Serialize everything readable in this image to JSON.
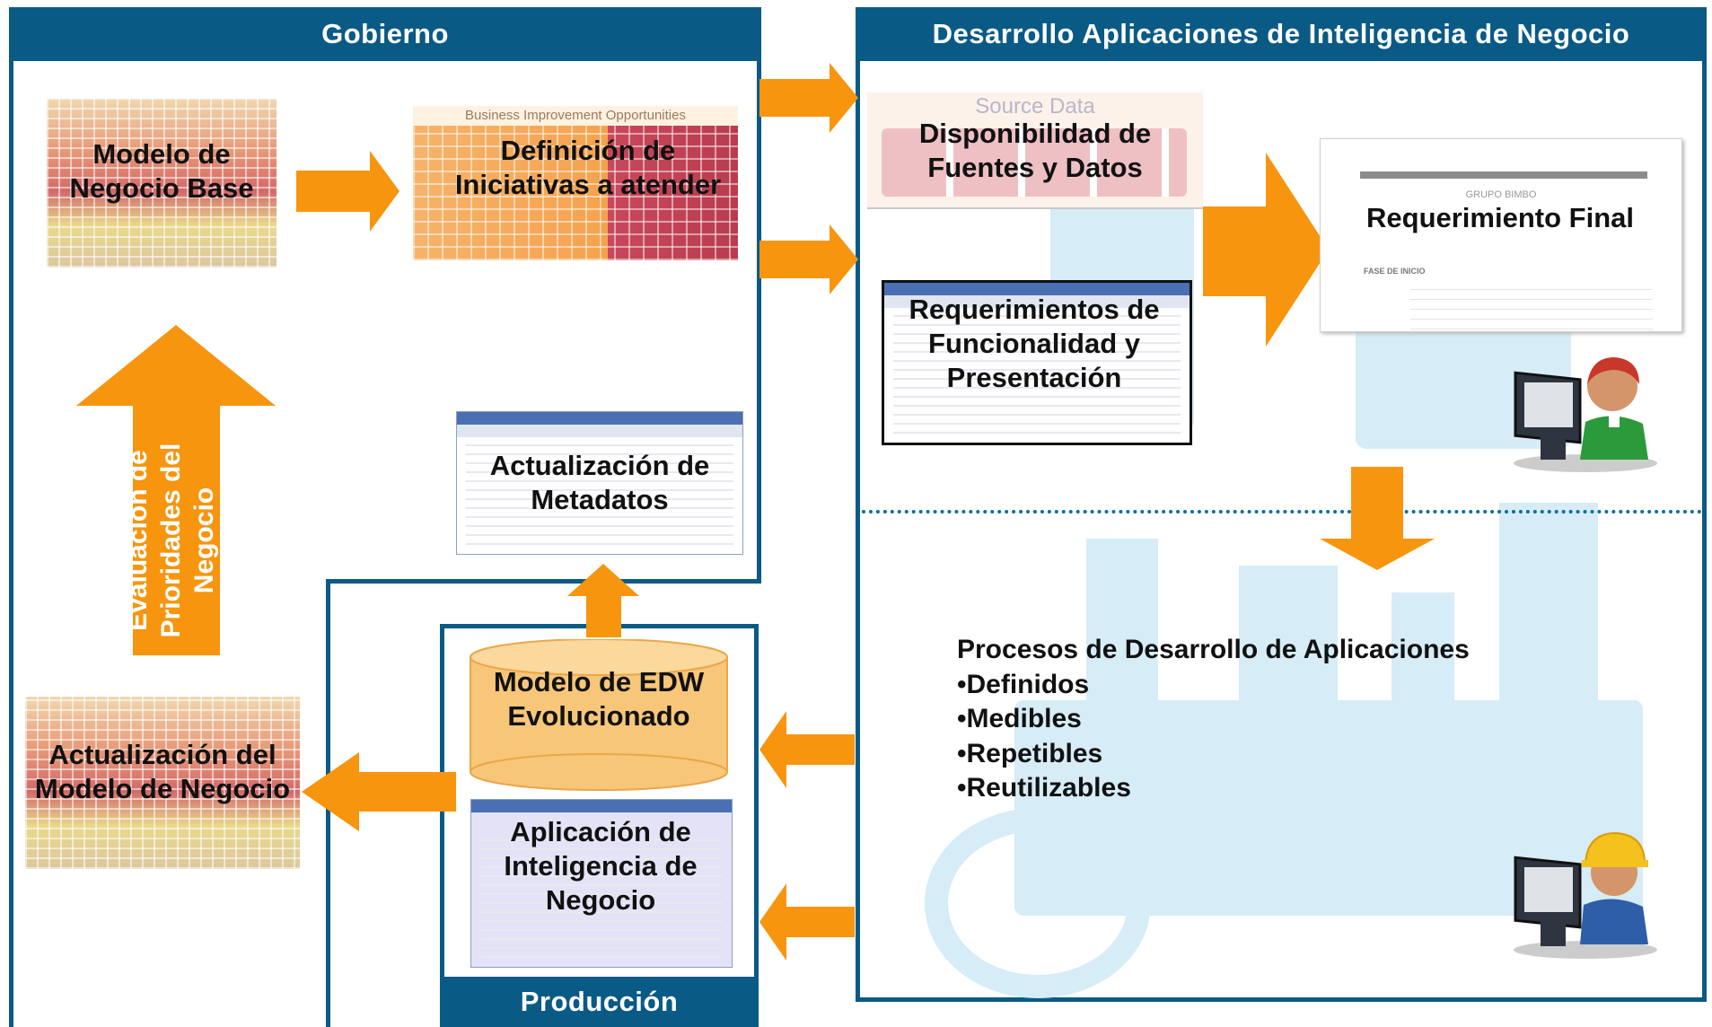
{
  "panels": {
    "gobierno": "Gobierno",
    "desarrollo": "Desarrollo Aplicaciones de Inteligencia de Negocio",
    "produccion": "Producción"
  },
  "nodes": {
    "modelo_base": "Modelo de Negocio Base",
    "definicion": "Definición de Iniciativas a atender",
    "actualizacion_metadatos": "Actualización de Metadatos",
    "actualizacion_modelo": "Actualización del Modelo de Negocio",
    "evaluacion": "Evaluación de Prioridades del Negocio",
    "disponibilidad": "Disponibilidad de Fuentes y Datos",
    "requerimientos_func": "Requerimientos de Funcionalidad y Presentación",
    "requerimiento_final": "Requerimiento Final",
    "modelo_edw": "Modelo de EDW Evolucionado",
    "aplicacion_bi": "Aplicación de Inteligencia de Negocio"
  },
  "thumbnails": {
    "business_improvement": "Business Improvement Opportunities",
    "source_data": "Source Data",
    "grupo_bimbo": "GRUPO BIMBO",
    "fase_inicio": "FASE DE INICIO"
  },
  "procesos": {
    "title": "Procesos de Desarrollo de Aplicaciones",
    "items": [
      "•Definidos",
      "•Medibles",
      "•Repetibles",
      "•Reutilizables"
    ]
  },
  "colors": {
    "panel_blue": "#0a5a86",
    "arrow_orange": "#f7950f",
    "ghost_blue": "#d6ecf6"
  }
}
